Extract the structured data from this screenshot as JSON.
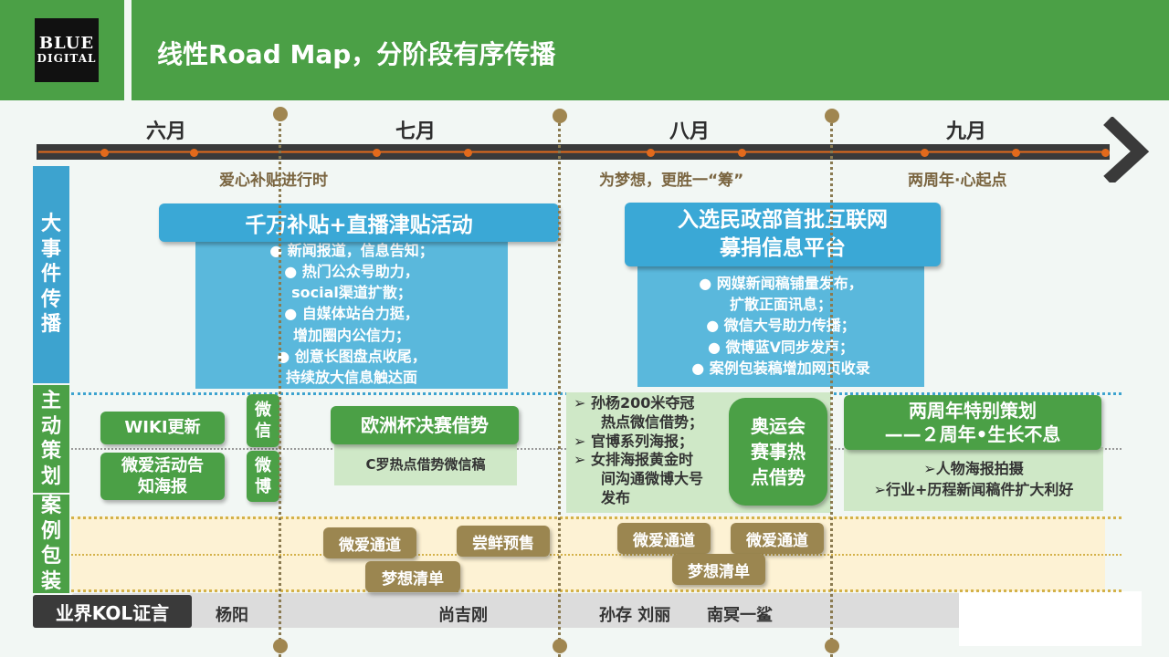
{
  "header": {
    "logo_line1": "BLUE",
    "logo_line2": "DIGITAL",
    "title": "线性Road Map，分阶段有序传播"
  },
  "timeline": {
    "months": [
      "六月",
      "七月",
      "八月",
      "九月"
    ],
    "phases": [
      "爱心补贴进行时",
      "为梦想，更胜一“筹”",
      "两周年·心起点"
    ]
  },
  "lanes": {
    "major": "大\n事\n件\n传\n播",
    "active": "主\n动\n策\n划",
    "case": "案\n例\n包\n装",
    "kol": "业界KOL证言"
  },
  "major_events": [
    {
      "title": "千万补贴+直播津贴活动",
      "items": [
        "●  新闻报道，信息告知；",
        "●  热门公众号助力，",
        "social渠道扩散；",
        "●  自媒体站台力挺，",
        "增加圈内公信力；",
        "●  创意长图盘点收尾，",
        "持续放大信息触达面"
      ]
    },
    {
      "title_line1": "入选民政部首批互联网",
      "title_line2": "募捐信息平台",
      "items": [
        "●  网媒新闻稿铺量发布，",
        "扩散正面讯息；",
        "●  微信大号助力传播；",
        "●  微博蓝V同步发声；",
        "●  案例包装稿增加网页收录"
      ]
    }
  ],
  "active": {
    "wiki": "WIKI更新",
    "wiai": "微爱活动告\n知海报",
    "weixin": "微\n信",
    "weibo": "微\n博",
    "euro_title": "欧洲杯决赛借势",
    "euro_body": "C罗热点借势微信稿",
    "olympic_list": [
      "➢  孙杨200米夺冠",
      "热点微信借势；",
      "➢  官博系列海报；",
      "➢  女排海报黄金时",
      "间沟通微博大号",
      "发布"
    ],
    "olympic_btn": "奥运会\n赛事热\n点借势",
    "anniv_title1": "两周年特别策划",
    "anniv_title2": "——２周年•生长不息",
    "anniv_items": [
      "➢人物海报拍摄",
      "➢行业+历程新闻稿件扩大利好"
    ]
  },
  "cases": [
    "微爱通道",
    "尝鲜预售",
    "梦想清单",
    "微爱通道",
    "微爱通道",
    "梦想清单"
  ],
  "kol_names": [
    "杨阳",
    "尚吉刚",
    "孙存  刘丽",
    "南冥一鲨"
  ],
  "colors": {
    "green": "#4ba046",
    "blue": "#3aa8d6",
    "tan": "#9b8650",
    "arrow": "#3a3a3a",
    "orange": "#e26a1c"
  }
}
